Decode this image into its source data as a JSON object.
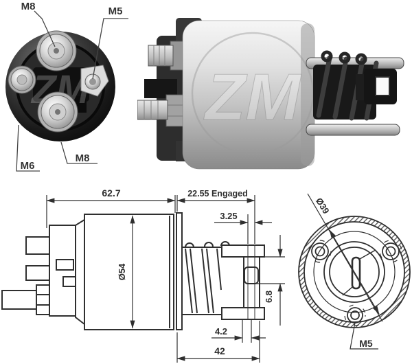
{
  "palette": {
    "line": "#2f2f2f",
    "text": "#333333",
    "background": "#ffffff"
  },
  "cap_photo": {
    "watermark": "ZM",
    "labels": {
      "top_terminal": "M8",
      "right_terminal": "M5",
      "left_terminal": "M6",
      "bottom_terminal": "M8"
    }
  },
  "solenoid_photo": {
    "watermark": "ZM"
  },
  "side_view_drawing": {
    "length": "62.7",
    "diameter": "Ø54"
  },
  "plunger_drawing": {
    "engaged_travel": "22.55 Engaged",
    "flange_thickness": "3.25",
    "fork_slot": "6.8",
    "plate_thickness": "4.2",
    "length": "42"
  },
  "end_view_drawing": {
    "bolt_circle_diameter": "Ø39",
    "thread": "M5"
  }
}
